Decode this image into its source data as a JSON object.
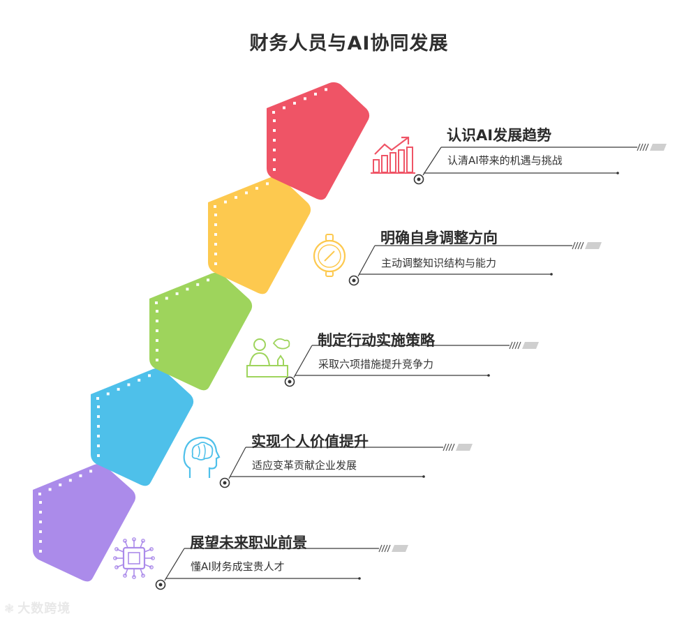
{
  "title": "财务人员与AI协同发展",
  "steps": [
    {
      "title": "认识AI发展趋势",
      "desc": "认清AI带来的机遇与挑战",
      "color": "#ef5466",
      "icon": "growth-chart-icon"
    },
    {
      "title": "明确自身调整方向",
      "desc": "主动调整知识结构与能力",
      "color": "#fdc94f",
      "icon": "compass-icon"
    },
    {
      "title": "制定行动实施策略",
      "desc": "采取六项措施提升竞争力",
      "color": "#9ed45c",
      "icon": "chess-strategy-icon"
    },
    {
      "title": "实现个人价值提升",
      "desc": "适应变革贡献企业发展",
      "color": "#4ec0ea",
      "icon": "brain-head-icon"
    },
    {
      "title": "展望未来职业前景",
      "desc": "懂AI财务成宝贵人才",
      "color": "#ab8bea",
      "icon": "ai-chip-icon"
    }
  ],
  "watermark": "大数跨境",
  "watermark_icon": "logo-icon"
}
